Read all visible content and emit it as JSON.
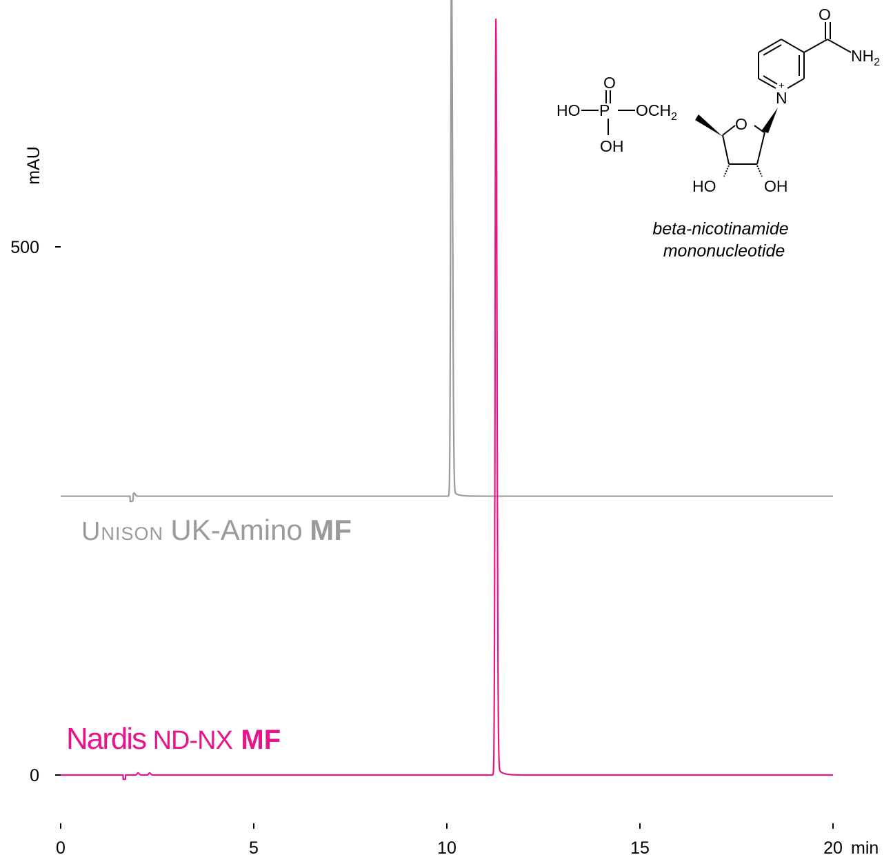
{
  "chart_data": {
    "type": "line",
    "xlabel": "min",
    "ylabel": "mAU",
    "xlim": [
      0,
      20
    ],
    "ylim": [
      0,
      500
    ],
    "x_ticks": [
      {
        "value": 0,
        "label": "0"
      },
      {
        "value": 5,
        "label": "5"
      },
      {
        "value": 10,
        "label": "10"
      },
      {
        "value": 15,
        "label": "15"
      },
      {
        "value": 20,
        "label": "20"
      }
    ],
    "y_ticks": [
      {
        "value": 0,
        "label": "0"
      },
      {
        "value": 500,
        "label": "500"
      }
    ],
    "series": [
      {
        "name_parts": [
          "Unison",
          "UK-Amino",
          "MF"
        ],
        "color": "#9a9a9c",
        "offset": 264,
        "peaks": [
          {
            "rt": 10.12,
            "height": 500
          },
          {
            "rt": 1.9,
            "height": 3
          }
        ]
      },
      {
        "name_parts": [
          "Nardis",
          "ND-NX",
          "MF"
        ],
        "color": "#e6168a",
        "offset": 0,
        "peaks": [
          {
            "rt": 11.27,
            "height": 709
          },
          {
            "rt": 2.0,
            "height": 2
          },
          {
            "rt": 2.3,
            "height": 2
          }
        ]
      }
    ]
  },
  "structure": {
    "labels": {
      "o_top": "O",
      "nh": "NH",
      "nh_sub": "2",
      "n": "N",
      "charge": "+",
      "o_phos": "O",
      "ho": "HO",
      "p": "P",
      "och": "OCH",
      "och_sub": "2",
      "o_ring": "O",
      "oh_phos": "OH",
      "ho_ring": "HO",
      "oh_ring": "OH"
    },
    "caption_line1": "beta-nicotinamide",
    "caption_line2": "mononucleotide"
  }
}
